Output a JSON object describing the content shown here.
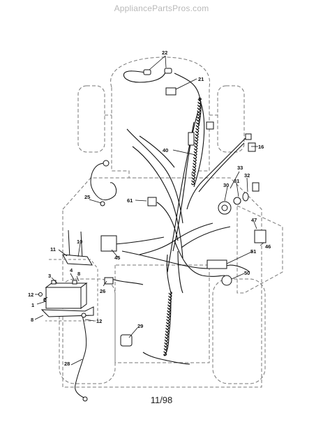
{
  "watermark": "AppliancePartsPros.com",
  "footer": "11/98",
  "callouts": [
    {
      "id": "c22",
      "text": "22"
    },
    {
      "id": "c21",
      "text": "21"
    },
    {
      "id": "c16",
      "text": "16"
    },
    {
      "id": "c40",
      "text": "40"
    },
    {
      "id": "c33",
      "text": "33"
    },
    {
      "id": "c32",
      "text": "32"
    },
    {
      "id": "c31",
      "text": "31"
    },
    {
      "id": "c30",
      "text": "30"
    },
    {
      "id": "c25",
      "text": "25"
    },
    {
      "id": "c61",
      "text": "61"
    },
    {
      "id": "c47",
      "text": "47"
    },
    {
      "id": "c46",
      "text": "46"
    },
    {
      "id": "c10",
      "text": "10"
    },
    {
      "id": "c11",
      "text": "11"
    },
    {
      "id": "c45",
      "text": "45"
    },
    {
      "id": "c51",
      "text": "51"
    },
    {
      "id": "c50",
      "text": "50"
    },
    {
      "id": "c4",
      "text": "4"
    },
    {
      "id": "c8a",
      "text": "8"
    },
    {
      "id": "c3",
      "text": "3"
    },
    {
      "id": "c26",
      "text": "26"
    },
    {
      "id": "c12a",
      "text": "12"
    },
    {
      "id": "c2",
      "text": "2"
    },
    {
      "id": "c1",
      "text": "1"
    },
    {
      "id": "c8b",
      "text": "8"
    },
    {
      "id": "c12b",
      "text": "12"
    },
    {
      "id": "c29",
      "text": "29"
    },
    {
      "id": "c28",
      "text": "28"
    }
  ]
}
